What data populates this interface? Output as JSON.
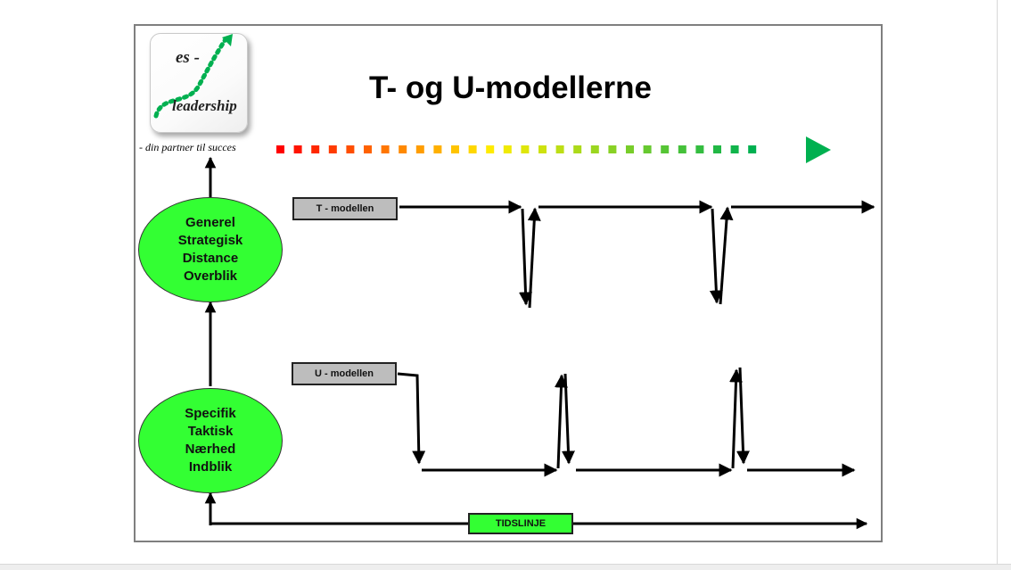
{
  "title": "T- og U-modellerne",
  "logo": {
    "line1": "es -",
    "line2": "leadership",
    "tagline": "-  din partner til succes"
  },
  "ellipses": {
    "upper": [
      "Generel",
      "Strategisk",
      "Distance",
      "Overblik"
    ],
    "lower": [
      "Specifik",
      "Taktisk",
      "Nærhed",
      "Indblik"
    ]
  },
  "models": {
    "t_label": "T - modellen",
    "u_label": "U - modellen"
  },
  "timeline_label": "TIDSLINJE",
  "colors": {
    "ellipse_fill": "#33ff33",
    "label_fill": "#bdbdbd",
    "timeline_fill": "#33ff33",
    "gradient_start": "#ff0000",
    "gradient_mid": "#ffee00",
    "gradient_end": "#00b050"
  }
}
